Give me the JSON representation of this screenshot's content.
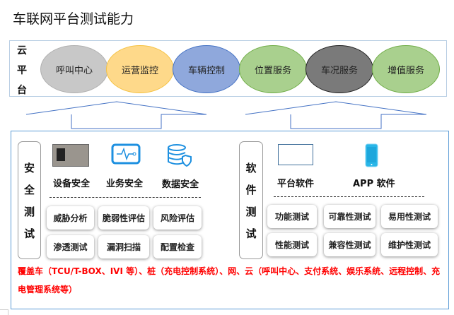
{
  "title": "车联网平台测试能力",
  "cloud": {
    "label_chars": [
      "云",
      "平",
      "台"
    ],
    "services": [
      {
        "label": "呼叫中心",
        "color": "#c8c8c8",
        "border": "#b0b0b0"
      },
      {
        "label": "运营监控",
        "color": "#fed98a",
        "border": "#f5c242"
      },
      {
        "label": "车辆控制",
        "color": "#8fa8dc",
        "border": "#4472c4"
      },
      {
        "label": "位置服务",
        "color": "#a9d08e",
        "border": "#70ad47"
      },
      {
        "label": "车况服务",
        "color": "#7a7a7a",
        "border": "#222222"
      },
      {
        "label": "增值服务",
        "color": "#a9d08e",
        "border": "#70ad47"
      }
    ]
  },
  "security": {
    "label_chars": [
      "安",
      "全",
      "测",
      "试"
    ],
    "categories": [
      "设备安全",
      "业务安全",
      "数据安全"
    ],
    "tests": [
      "威胁分析",
      "脆弱性评估",
      "风险评估",
      "渗透测试",
      "漏洞扫描",
      "配置检查"
    ]
  },
  "software": {
    "label_chars": [
      "软",
      "件",
      "测",
      "试"
    ],
    "categories": [
      "平台软件",
      "APP 软件"
    ],
    "tests": [
      "功能测试",
      "可靠性测试",
      "易用性测试",
      "性能测试",
      "兼容性测试",
      "维护性测试"
    ]
  },
  "coverage": "覆盖车（TCU/T-BOX、IVI 等）、桩（充电控制系统）、网、云（呼叫中心、支付系统、娱乐系统、远程控制、充电管理系统等）"
}
